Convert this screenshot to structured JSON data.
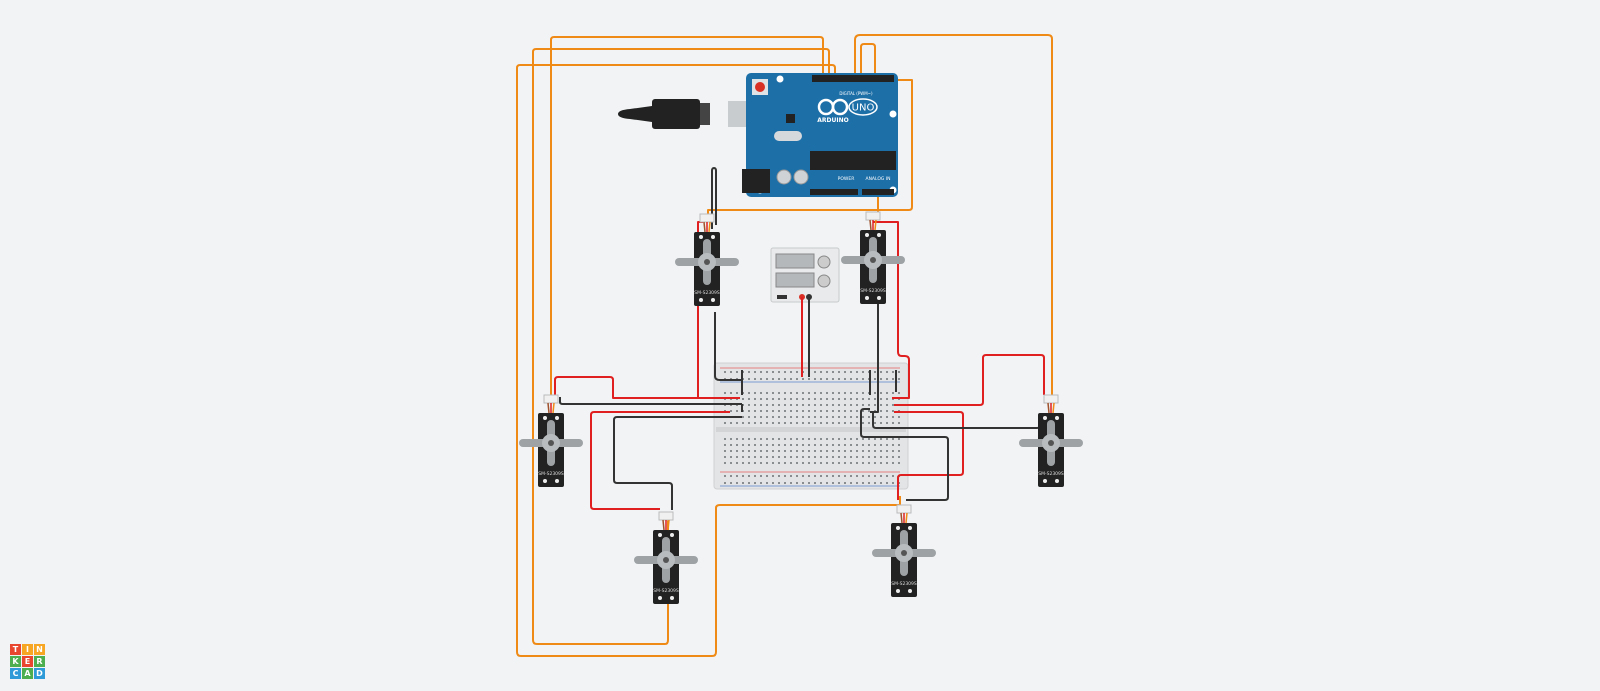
{
  "app": {
    "logo_letters": [
      "T",
      "I",
      "N",
      "K",
      "E",
      "R",
      "C",
      "A",
      "D"
    ],
    "logo_colors": [
      "#e8462f",
      "#f6a623",
      "#f6a623",
      "#4cae4f",
      "#e8462f",
      "#4cae4f",
      "#2e9bd8",
      "#4cae4f",
      "#2e9bd8"
    ]
  },
  "arduino": {
    "brand": "ARDUINO",
    "model": "UNO",
    "digital_label": "DIGITAL (PWM~)",
    "power_label": "POWER",
    "analog_label": "ANALOG IN"
  },
  "servos": [
    {
      "id": "servo-top-left",
      "label": "SM-S2309S"
    },
    {
      "id": "servo-top-right",
      "label": "SM-S2309S"
    },
    {
      "id": "servo-left",
      "label": "SM-S2309S"
    },
    {
      "id": "servo-bottom-left",
      "label": "SM-S2309S"
    },
    {
      "id": "servo-bottom-right",
      "label": "SM-S2309S"
    },
    {
      "id": "servo-right",
      "label": "SM-S2309S"
    }
  ],
  "colors": {
    "wire_orange": "#ef8a17",
    "wire_red": "#e02020",
    "wire_black": "#333333",
    "arduino_blue": "#1d6fa8",
    "background": "#f1f3f4"
  }
}
